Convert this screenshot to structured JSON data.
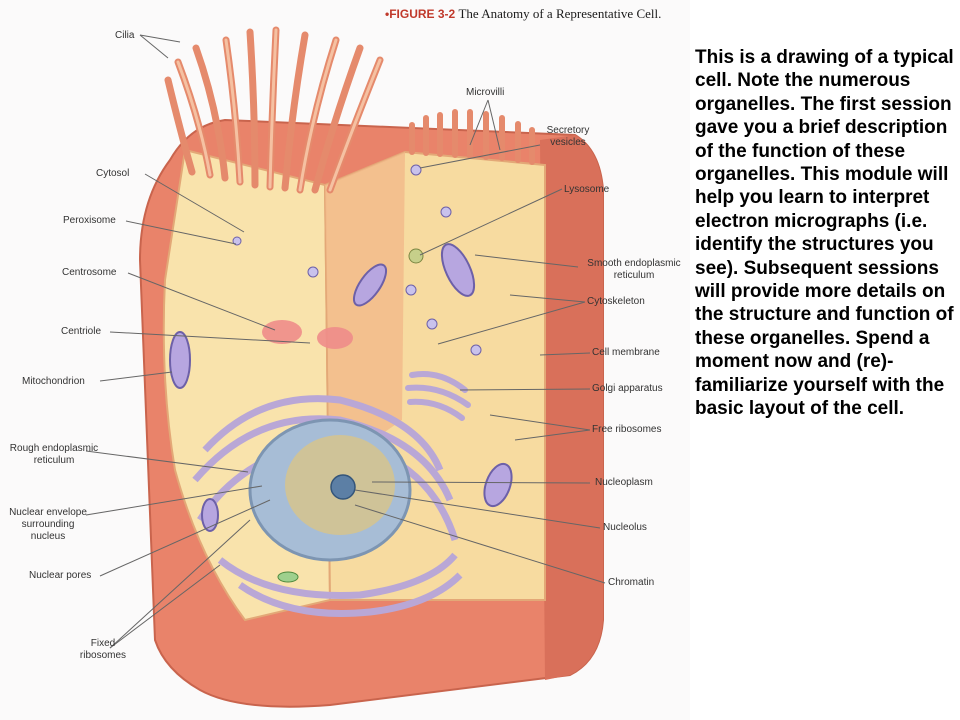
{
  "figure": {
    "number": "•FIGURE 3-2",
    "title": "The Anatomy of a Representative Cell.",
    "colors": {
      "membrane": "#e9836a",
      "cytosol": "#f9e3ac",
      "nucleus": "#a7bdd6",
      "er": "#b9a7d6",
      "title_number": "#c0392b"
    }
  },
  "labels": {
    "cilia": "Cilia",
    "cytosol": "Cytosol",
    "peroxisome": "Peroxisome",
    "centrosome": "Centrosome",
    "centriole": "Centriole",
    "mitochondrion": "Mitochondrion",
    "rough_er_1": "Rough endoplasmic",
    "rough_er_2": "reticulum",
    "nuclear_envelope_1": "Nuclear envelope",
    "nuclear_envelope_2": "surrounding",
    "nuclear_envelope_3": "nucleus",
    "nuclear_pores": "Nuclear pores",
    "fixed_ribosomes_1": "Fixed",
    "fixed_ribosomes_2": "ribosomes",
    "microvilli": "Microvilli",
    "secretory_1": "Secretory",
    "secretory_2": "vesicles",
    "lysosome": "Lysosome",
    "smooth_er_1": "Smooth endoplasmic",
    "smooth_er_2": "reticulum",
    "cytoskeleton": "Cytoskeleton",
    "cell_membrane": "Cell membrane",
    "golgi": "Golgi apparatus",
    "free_ribosomes": "Free ribosomes",
    "nucleoplasm": "Nucleoplasm",
    "nucleolus": "Nucleolus",
    "chromatin": "Chromatin"
  },
  "description": "This is a drawing of a typical cell.  Note the numerous organelles.  The first session gave you a brief description of the function of these organelles.  This module will help you learn to interpret electron micrographs (i.e. identify the structures you see).  Subsequent sessions will provide more details on the structure and function of these organelles.  Spend a moment now and (re)-familiarize yourself with the basic layout of the cell."
}
